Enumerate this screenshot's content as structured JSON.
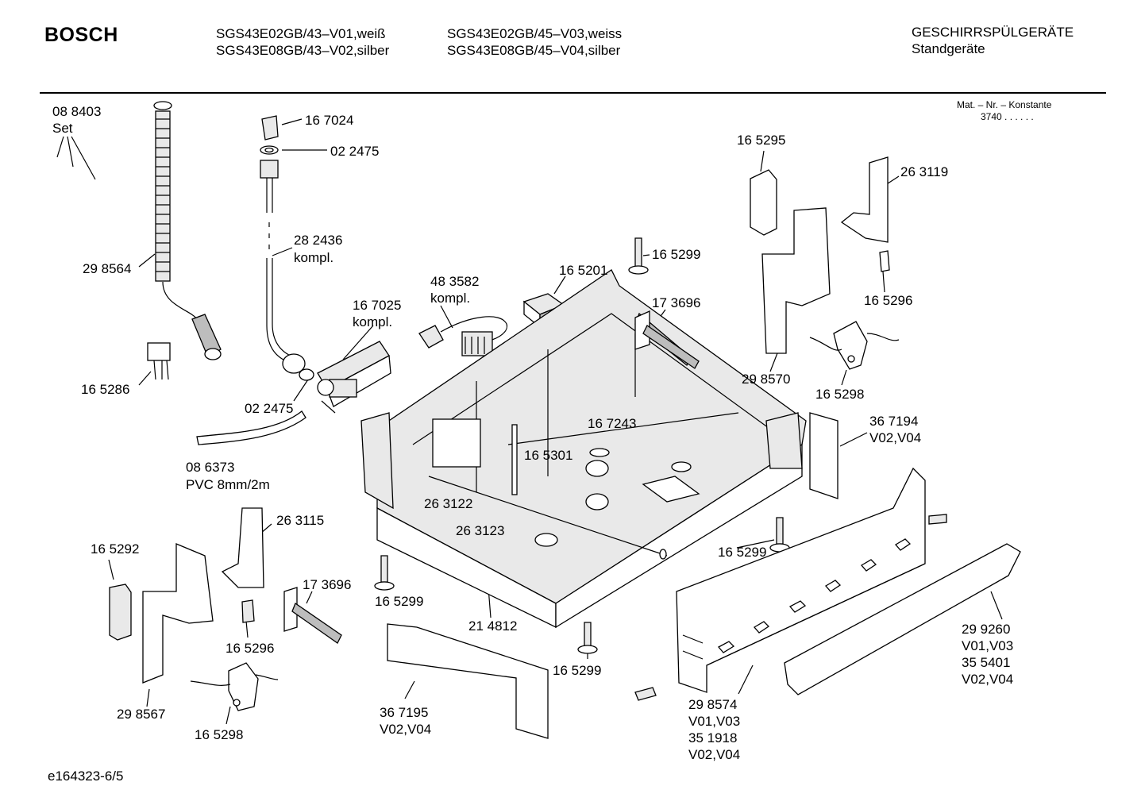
{
  "header": {
    "brand": "BOSCH",
    "models": [
      "SGS43E02GB/43–V01,weiß",
      "SGS43E08GB/43–V02,silber",
      "SGS43E02GB/45–V03,weiss",
      "SGS43E08GB/45–V04,silber"
    ],
    "category": "GESCHIRRSPÜLGERÄTE",
    "subcategory": "Standgeräte",
    "mat_label": "Mat. – Nr. – Konstante",
    "mat_value": "3740  .  .   .  .  .  ."
  },
  "footer": {
    "doc_id": "e164323-6/5"
  },
  "part_labels": [
    "08 8403",
    "Set",
    "29 8564",
    "16 5286",
    "16 7024",
    "02 2475",
    "28 2436",
    "kompl.",
    "16 7025",
    "kompl.",
    "02 2475",
    "08 6373",
    "PVC 8mm/2m",
    "48 3582",
    "kompl.",
    "16 5201",
    "16 5299",
    "17 3696",
    "16 5295",
    "26 3119",
    "16 5296",
    "29 8570",
    "16 5298",
    "16 7243",
    "16 5301",
    "26 3122",
    "26 3123",
    "36 7194",
    "V02,V04",
    "16 5292",
    "26 3115",
    "17 3696",
    "16 5296",
    "29 8567",
    "16 5298",
    "16 5299",
    "21 4812",
    "16 5299",
    "16 5299",
    "36 7195",
    "V02,V04",
    "29 8574",
    "V01,V03",
    "35 1918",
    "V02,V04",
    "29 9260",
    "V01,V03",
    "35 5401",
    "V02,V04"
  ]
}
